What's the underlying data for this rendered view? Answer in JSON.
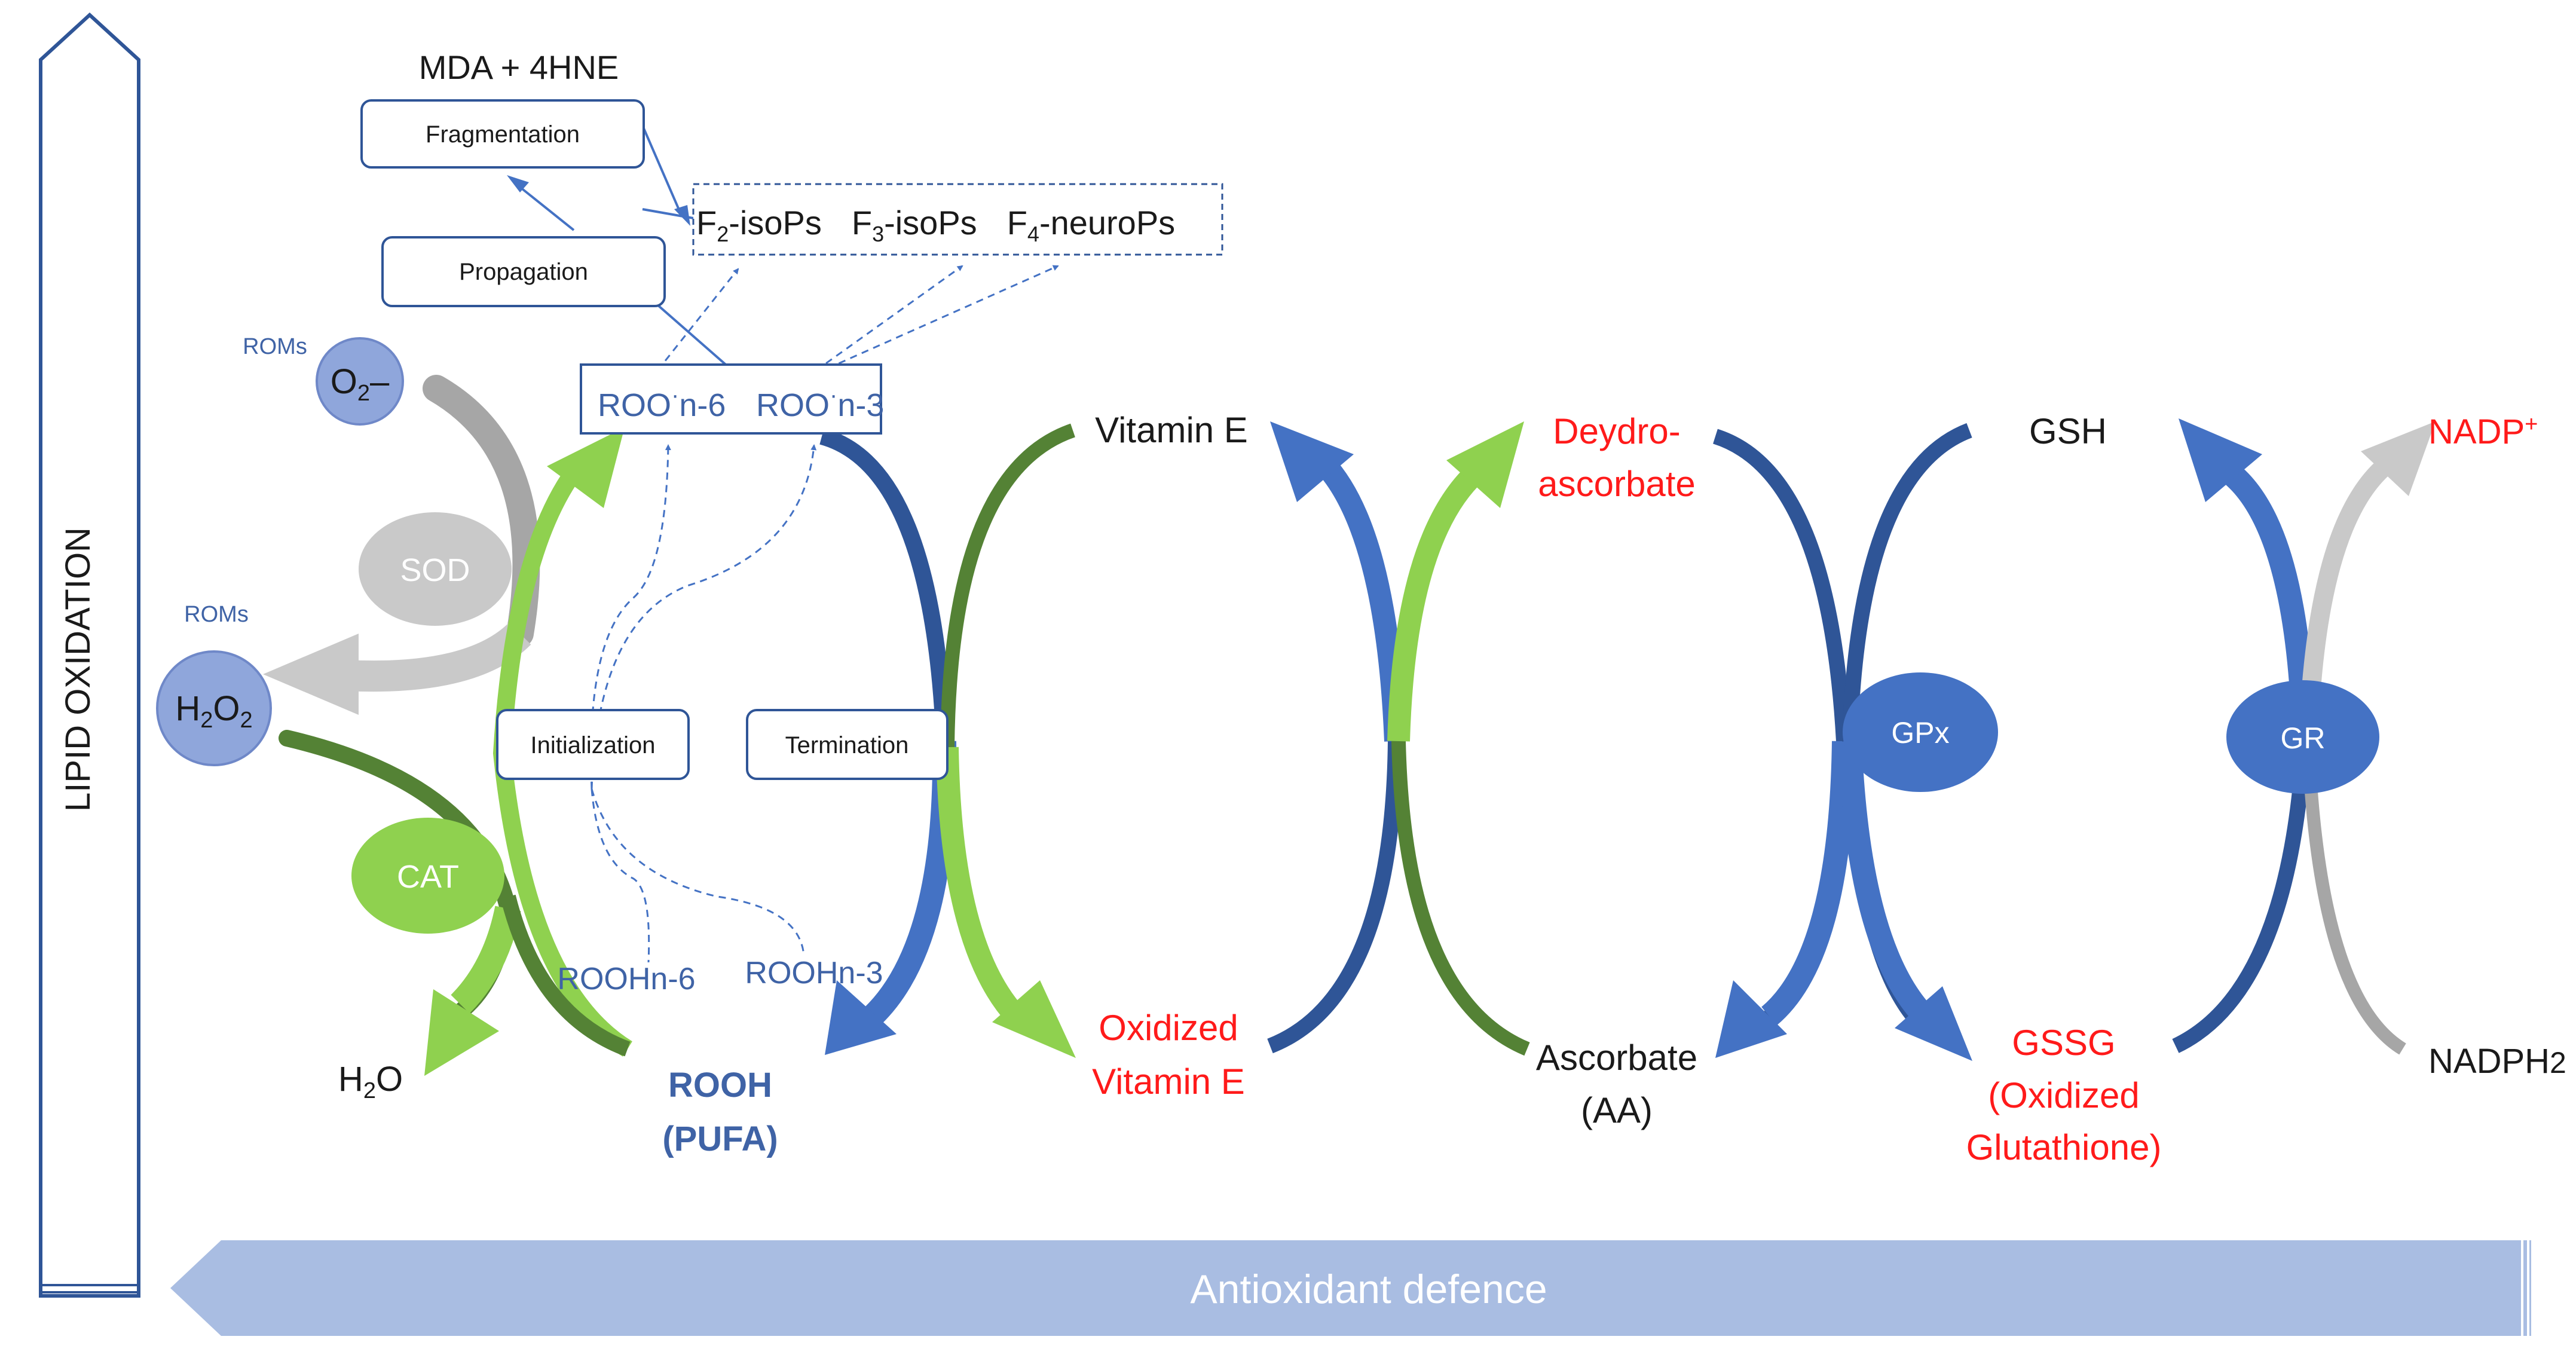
{
  "side_arrow_label": "LIPID OXIDATION",
  "bottom_arrow_label": "Antioxidant defence",
  "colors": {
    "green": "#8fd14f",
    "dark_green": "#548235",
    "blue": "#4472c4",
    "dark_blue": "#2f5597",
    "gray": "#a6a6a6",
    "light_blue": "#a9bde2",
    "red": "#ff1a1a"
  },
  "top": {
    "mda": "MDA + 4HNE",
    "fragmentation": "Fragmentation",
    "propagation": "Propagation",
    "isoprostanes": [
      "F",
      "2",
      "-isoPs",
      "F",
      "3",
      "-isoPs",
      "F",
      "4",
      "-neuroPs"
    ]
  },
  "roo": {
    "n6_base": "ROO",
    "n6_sup": "·",
    "n6_suffix": "n-6",
    "n3_base": "ROO",
    "n3_sup": "·",
    "n3_suffix": "n-3"
  },
  "roms": {
    "label_o2": "ROMs",
    "o2_text": "O",
    "o2_sub": "2",
    "o2_suffix": "–",
    "label_h2o2": "ROMs",
    "h2o2_h": "H",
    "h2o2_sub1": "2",
    "h2o2_o": "O",
    "h2o2_sub2": "2"
  },
  "enzymes": {
    "sod": "SOD",
    "cat": "CAT",
    "gpx": "GPx",
    "gr": "GR"
  },
  "steps": {
    "initialization": "Initialization",
    "termination": "Termination"
  },
  "substrates": {
    "h2o_h": "H",
    "h2o_sub": "2",
    "h2o_o": "O",
    "rooh_line1": "ROOH",
    "rooh_line2": "(PUFA)",
    "roohn6": "ROOHn-6",
    "roohn3": "ROOHn-3",
    "vitamin_e": "Vitamin E",
    "oxidized_vitamin_e_1": "Oxidized",
    "oxidized_vitamin_e_2": "Vitamin E",
    "deydro_1": "Deydro-",
    "deydro_2": "ascorbate",
    "ascorbate_1": "Ascorbate",
    "ascorbate_2": "(AA)",
    "gsh": "GSH",
    "gssg_1": "GSSG",
    "gssg_2": "(Oxidized",
    "gssg_3": "Glutathione)",
    "nadp_base": "NADP",
    "nadp_sup": "+",
    "nadph_base": "NADPH",
    "nadph_sub": "2"
  }
}
